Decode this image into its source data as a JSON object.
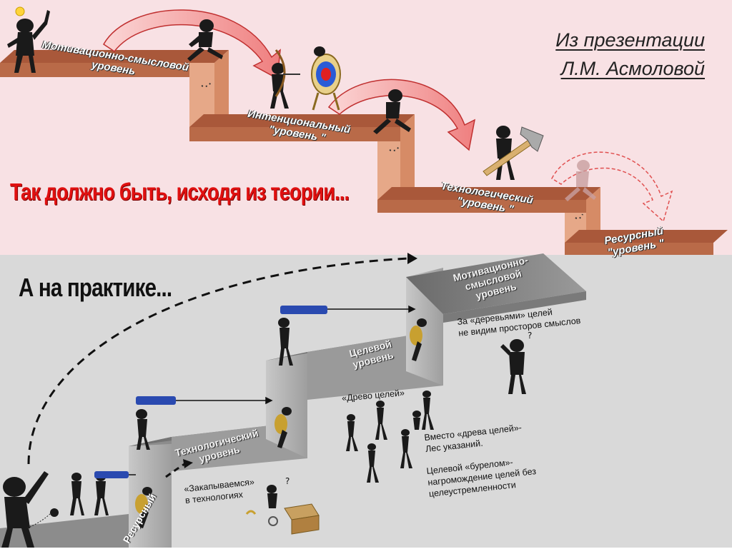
{
  "attribution": {
    "line1": "Из презентации",
    "line2": "Л.М. Асмоловой"
  },
  "theory_heading": "Так должно быть, исходя из теории...",
  "practice_heading": "А на практике...",
  "theory_steps": [
    {
      "label": "Мотивационно-смысловой\nуровень"
    },
    {
      "label": "Интенциональный\n\"уровень \""
    },
    {
      "label": "Технологический\n\"уровень \""
    },
    {
      "label": "Ресурсный\n\"уровень \""
    }
  ],
  "practice_steps": [
    {
      "label": "Ресурсный"
    },
    {
      "label": "Технологический\nуровень"
    },
    {
      "label": "Целевой\nуровень"
    },
    {
      "label": "Мотивационно-\nсмысловой\nуровень"
    }
  ],
  "notes": {
    "technology": "«Закапываемся»\nв технологиях",
    "goals_tree": "«Древо целей»",
    "forest": "Вместо «древа целей»-\nЛес указаний.",
    "windfall": "Целевой «бурелом»-\nнагромождение целей без\nцелеустремленности",
    "trees": "За «деревьями» целей\nне видим просторов смыслов"
  },
  "colors": {
    "top_background": "#f8e1e4",
    "bottom_background": "#d9d9d9",
    "brown_stair": "#d68b66",
    "gray_stair": "#8c8c8c",
    "theory_heading": "#e01010",
    "arrow_red": "#f08080"
  }
}
